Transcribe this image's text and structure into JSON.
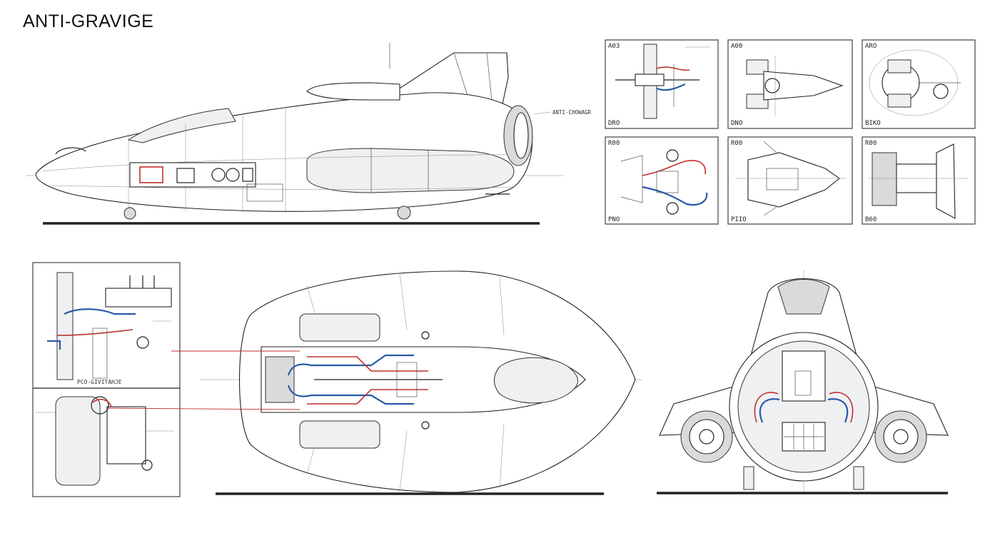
{
  "title": "ANTI-GRAVIGE",
  "side_view": {
    "callout": "ANTI-CHOWAGR"
  },
  "detail_panels": [
    {
      "top_label": "A03",
      "bottom_label": "DRO"
    },
    {
      "top_label": "A00",
      "bottom_label": "DNO"
    },
    {
      "top_label": "ARO",
      "bottom_label": "BIKO"
    },
    {
      "top_label": "R00",
      "bottom_label": "PNO"
    },
    {
      "top_label": "R00",
      "bottom_label": "PIIO"
    },
    {
      "top_label": "R00",
      "bottom_label": "B60"
    }
  ],
  "subsystem_panel": {
    "caption": "PCO-GIVITAHJE"
  },
  "colors": {
    "line": "#222222",
    "hydraulic_red": "#c0302c",
    "coolant_blue": "#2a5aa8",
    "background": "#ffffff"
  }
}
